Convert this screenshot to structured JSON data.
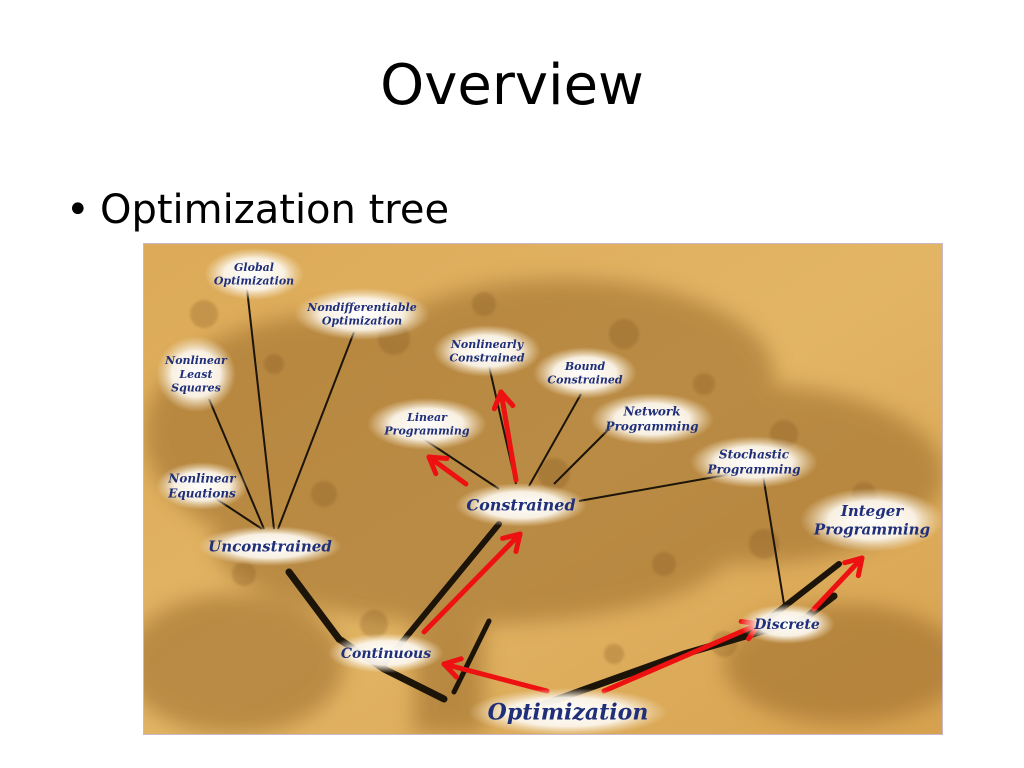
{
  "slide": {
    "title": "Overview",
    "bullet_marker": "•",
    "bullet_text": "Optimization tree"
  },
  "diagram": {
    "colors": {
      "background": "#e4b258",
      "tree": "#7a5520",
      "node_text": "#1f2f7a",
      "arrow": "#ee1111"
    },
    "nodes": {
      "global": [
        "Global",
        "Optimization"
      ],
      "nondiff": [
        "Nondifferentiable",
        "Optimization"
      ],
      "nls": [
        "Nonlinear",
        "Least",
        "Squares"
      ],
      "nleq": [
        "Nonlinear",
        "Equations"
      ],
      "unconstrained": [
        "Unconstrained"
      ],
      "nlcon": [
        "Nonlinearly",
        "Constrained"
      ],
      "bound": [
        "Bound",
        "Constrained"
      ],
      "linear": [
        "Linear",
        "Programming"
      ],
      "network": [
        "Network",
        "Programming"
      ],
      "stochastic": [
        "Stochastic",
        "Programming"
      ],
      "constrained": [
        "Constrained"
      ],
      "integer": [
        "Integer",
        "Programming"
      ],
      "continuous": [
        "Continuous"
      ],
      "discrete": [
        "Discrete"
      ],
      "optimization": [
        "Optimization"
      ]
    }
  }
}
